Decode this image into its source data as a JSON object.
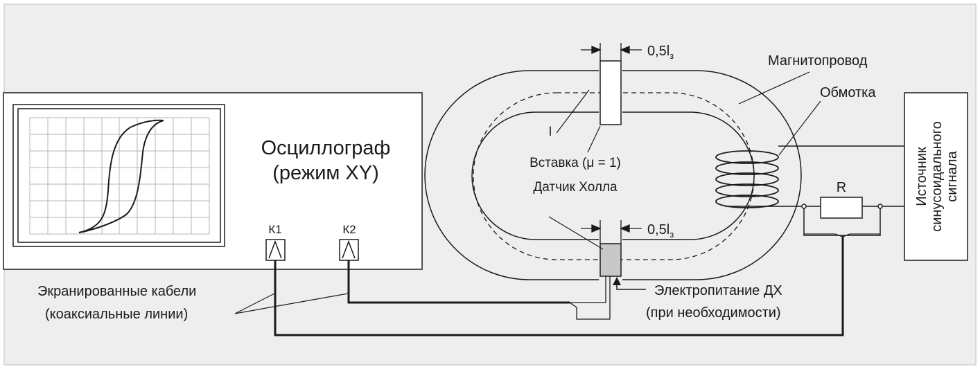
{
  "oscilloscope": {
    "title_line1": "Осциллограф",
    "title_line2": "(режим XY)",
    "channel_k1": "К1",
    "channel_k2": "К2"
  },
  "circuit": {
    "gap_top": "0,5l",
    "gap_bottom": "0,5l",
    "gap_subscript": "з",
    "core_label": "Магнитопровод",
    "winding_label": "Обмотка",
    "length_label": "l",
    "insert_label": "Вставка (μ = 1)",
    "hall_sensor_label": "Датчик Холла",
    "resistor_label": "R",
    "power_line1": "Электропитание ДХ",
    "power_line2": "(при необходимости)",
    "cables_line1": "Экранированные кабели",
    "cables_line2": "(коаксиальные линии)",
    "source_line1": "Источник",
    "source_line2": "синусоидального",
    "source_line3": "сигнала"
  },
  "colors": {
    "background": "#eeeeee",
    "stroke": "#1a1a1a",
    "sensor_fill": "#c8c8c8"
  }
}
